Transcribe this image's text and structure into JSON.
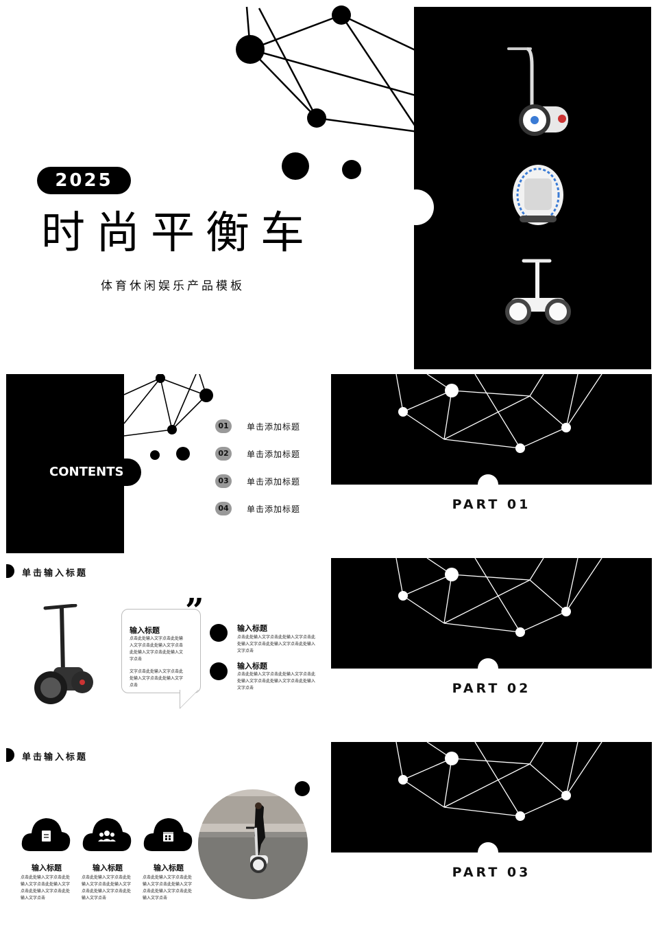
{
  "cover": {
    "year": "2025",
    "title": "时尚平衡车",
    "subtitle": "体育休闲娱乐产品模板"
  },
  "contents": {
    "heading": "CONTENTS",
    "items": [
      {
        "num": "01",
        "label": "单击添加标题"
      },
      {
        "num": "02",
        "label": "单击添加标题"
      },
      {
        "num": "03",
        "label": "单击添加标题"
      },
      {
        "num": "04",
        "label": "单击添加标题"
      }
    ]
  },
  "parts": [
    {
      "label": "PART 01"
    },
    {
      "label": "PART 02"
    },
    {
      "label": "PART 03"
    }
  ],
  "detail": {
    "section_title": "单击输入标题",
    "bubble_title": "输入标题",
    "bubble_text_1": "点击此处输入文字点击此处输入文字点击此处输入文字点击此处输入文字点击此处输入文字点击",
    "bubble_text_2": "文字点击此处输入文字点击此处输入文字点击此处输入文字点击",
    "quote": "”",
    "items": [
      {
        "title": "输入标题",
        "text": "点击此处输入文字点击此处输入文字点击此处输入文字点击此处输入文字点击此处输入文字点击"
      },
      {
        "title": "输入标题",
        "text": "点击此处输入文字点击此处输入文字点击此处输入文字点击此处输入文字点击此处输入文字点击"
      }
    ]
  },
  "icons": {
    "section_title": "单击输入标题",
    "items": [
      {
        "icon": "document-icon",
        "title": "输入标题",
        "text": "点击此处输入文字点击此处输入文字点击此处输入文字点击此处输入文字点击此处输入文字点击"
      },
      {
        "icon": "users-icon",
        "title": "输入标题",
        "text": "点击此处输入文字点击此处输入文字点击此处输入文字点击此处输入文字点击此处输入文字点击"
      },
      {
        "icon": "calendar-icon",
        "title": "输入标题",
        "text": "点击此处输入文字点击此处输入文字点击此处输入文字点击此处输入文字点击此处输入文字点击"
      }
    ]
  },
  "colors": {
    "primary": "#000000",
    "background": "#ffffff",
    "accent_gray": "#999999"
  }
}
